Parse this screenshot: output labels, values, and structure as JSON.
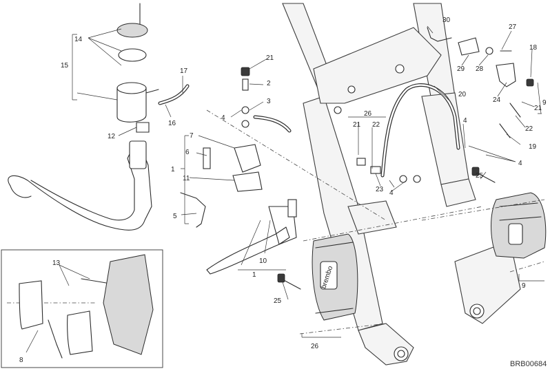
{
  "drawing_code": "BRB00684",
  "callouts": [
    {
      "id": "c30",
      "text": "30"
    },
    {
      "id": "c27",
      "text": "27"
    },
    {
      "id": "c18",
      "text": "18"
    },
    {
      "id": "c29",
      "text": "29"
    },
    {
      "id": "c28",
      "text": "28"
    },
    {
      "id": "c24",
      "text": "24"
    },
    {
      "id": "c9a",
      "text": "9"
    },
    {
      "id": "c20",
      "text": "20"
    },
    {
      "id": "c21a",
      "text": "21"
    },
    {
      "id": "c22a",
      "text": "22"
    },
    {
      "id": "c19",
      "text": "19"
    },
    {
      "id": "c4a",
      "text": "4"
    },
    {
      "id": "c4b",
      "text": "4"
    },
    {
      "id": "c25a",
      "text": "25"
    },
    {
      "id": "c26a",
      "text": "26"
    },
    {
      "id": "c21b",
      "text": "21"
    },
    {
      "id": "c22b",
      "text": "22"
    },
    {
      "id": "c23",
      "text": "23"
    },
    {
      "id": "c4c",
      "text": "4"
    },
    {
      "id": "c9b",
      "text": "9"
    },
    {
      "id": "c14",
      "text": "14"
    },
    {
      "id": "c15",
      "text": "15"
    },
    {
      "id": "c17",
      "text": "17"
    },
    {
      "id": "c16",
      "text": "16"
    },
    {
      "id": "c12",
      "text": "12"
    },
    {
      "id": "c21c",
      "text": "21"
    },
    {
      "id": "c2",
      "text": "2"
    },
    {
      "id": "c3",
      "text": "3"
    },
    {
      "id": "c4d",
      "text": "4"
    },
    {
      "id": "c7",
      "text": "7"
    },
    {
      "id": "c6",
      "text": "6"
    },
    {
      "id": "c1a",
      "text": "1"
    },
    {
      "id": "c11",
      "text": "11"
    },
    {
      "id": "c5",
      "text": "5"
    },
    {
      "id": "c10",
      "text": "10"
    },
    {
      "id": "c1b",
      "text": "1"
    },
    {
      "id": "c13",
      "text": "13"
    },
    {
      "id": "c8",
      "text": "8"
    },
    {
      "id": "c25b",
      "text": "25"
    },
    {
      "id": "c26b",
      "text": "26"
    }
  ]
}
